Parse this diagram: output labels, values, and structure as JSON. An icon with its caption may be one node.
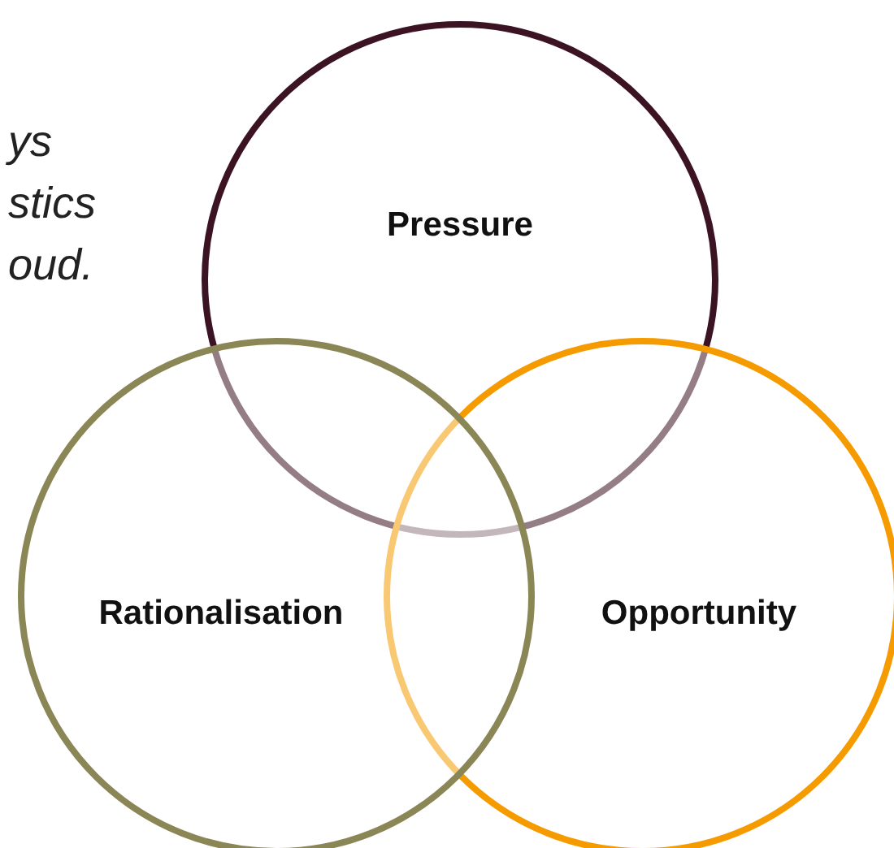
{
  "diagram": {
    "nodes": [
      {
        "text": [
          "Pressure"
        ]
      },
      {
        "text": [
          "Rationalisation"
        ]
      },
      {
        "text": [
          "Opportunity"
        ]
      }
    ],
    "edges": [],
    "labels": [
      "ys stics oud."
    ]
  }
}
